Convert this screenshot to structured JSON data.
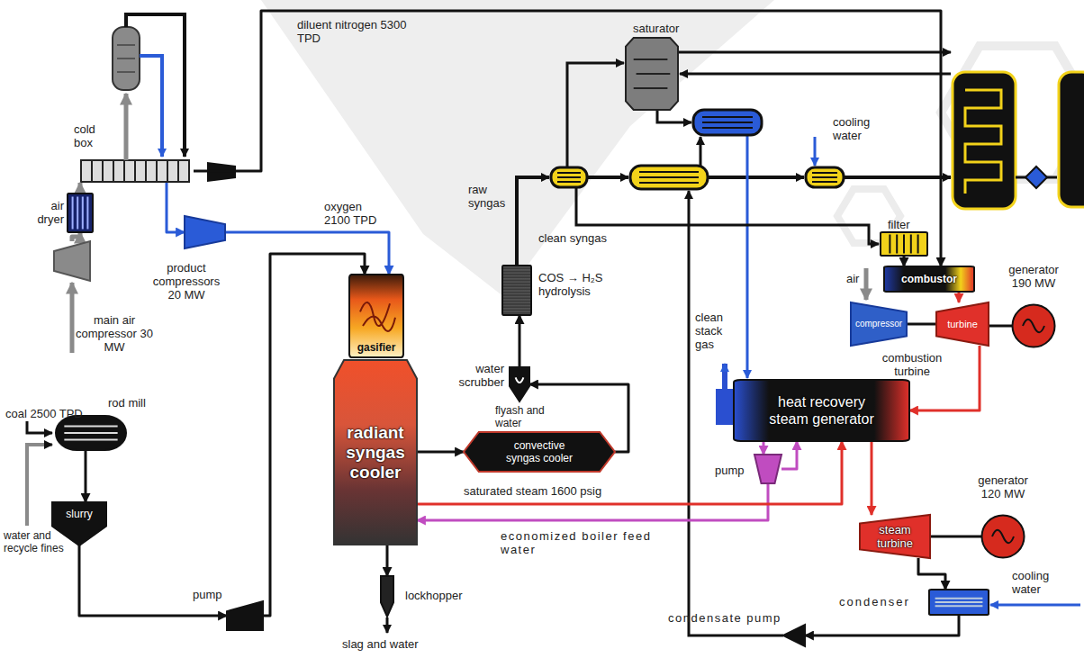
{
  "diagram": {
    "nodes": [
      {
        "text": [
          "main air compressor 30 MW"
        ]
      },
      {
        "text": [
          "air dryer"
        ]
      },
      {
        "text": [
          "cold box"
        ]
      },
      {
        "text": [
          "product compressors 20 MW"
        ]
      },
      {
        "text": [
          "gasifier"
        ]
      },
      {
        "text": [
          "radiant syngas cooler"
        ]
      },
      {
        "text": [
          "lockhopper"
        ]
      },
      {
        "text": [
          "rod mill"
        ]
      },
      {
        "text": [
          "slurry"
        ]
      },
      {
        "text": [
          "pump"
        ]
      },
      {
        "text": [
          "convective syngas cooler"
        ]
      },
      {
        "text": [
          "water scrubber"
        ]
      },
      {
        "text": [
          "COS → H₂S hydrolysis"
        ]
      },
      {
        "text": [
          "saturator"
        ]
      },
      {
        "text": [
          "filter"
        ]
      },
      {
        "text": [
          "combustor"
        ]
      },
      {
        "text": [
          "compressor"
        ]
      },
      {
        "text": [
          "turbine"
        ]
      },
      {
        "text": [
          "generator 190 MW"
        ]
      },
      {
        "text": [
          "heat recovery steam generator"
        ]
      },
      {
        "text": [
          "pump"
        ]
      },
      {
        "text": [
          "steam turbine"
        ]
      },
      {
        "text": [
          "generator 120 MW"
        ]
      },
      {
        "text": [
          "condenser"
        ]
      },
      {
        "text": [
          "condensate pump"
        ]
      }
    ],
    "edges": [
      {
        "from": 0,
        "to": 1,
        "arrow": "to"
      },
      {
        "from": 1,
        "to": 2,
        "arrow": "to"
      },
      {
        "from": 2,
        "to": 3,
        "arrow": "to"
      },
      {
        "from": 3,
        "to": 4,
        "label": "oxygen 2100 TPD",
        "arrow": "to"
      },
      {
        "from": 2,
        "to": 15,
        "label": "diluent nitrogen 5300 TPD",
        "arrow": "to"
      },
      {
        "from": 7,
        "to": 8,
        "arrow": "to"
      },
      {
        "from": 8,
        "to": 9,
        "arrow": "to"
      },
      {
        "from": 9,
        "to": 4,
        "arrow": "to"
      },
      {
        "from": 5,
        "to": 6,
        "arrow": "to"
      },
      {
        "from": 5,
        "to": 10,
        "arrow": "to"
      },
      {
        "from": 10,
        "to": 11,
        "arrow": "to"
      },
      {
        "from": 11,
        "to": 12,
        "arrow": "to"
      },
      {
        "from": 14,
        "to": 15,
        "arrow": "to"
      },
      {
        "from": 15,
        "to": 17,
        "arrow": "to"
      },
      {
        "from": 16,
        "to": 17,
        "arrow": "none"
      },
      {
        "from": 17,
        "to": 18,
        "arrow": "none"
      },
      {
        "from": 17,
        "to": 19,
        "arrow": "to"
      },
      {
        "from": 19,
        "to": 20,
        "arrow": "to"
      },
      {
        "from": 20,
        "to": 19,
        "arrow": "to"
      },
      {
        "from": 20,
        "to": 5,
        "label": "economized boiler feed water",
        "arrow": "to"
      },
      {
        "from": 5,
        "to": 19,
        "label": "saturated steam 1600 psig",
        "arrow": "to"
      },
      {
        "from": 19,
        "to": 21,
        "arrow": "to"
      },
      {
        "from": 21,
        "to": 22,
        "arrow": "none"
      },
      {
        "from": 21,
        "to": 23,
        "arrow": "to"
      },
      {
        "from": 23,
        "to": 24,
        "arrow": "to"
      }
    ],
    "labels": [
      "raw syngas",
      "clean syngas",
      "cooling water",
      "air",
      "clean stack gas",
      "combustion turbine",
      "coal 2500 TPD",
      "flyash and water",
      "water and recycle fines",
      "slag and water",
      "cooling water"
    ]
  }
}
